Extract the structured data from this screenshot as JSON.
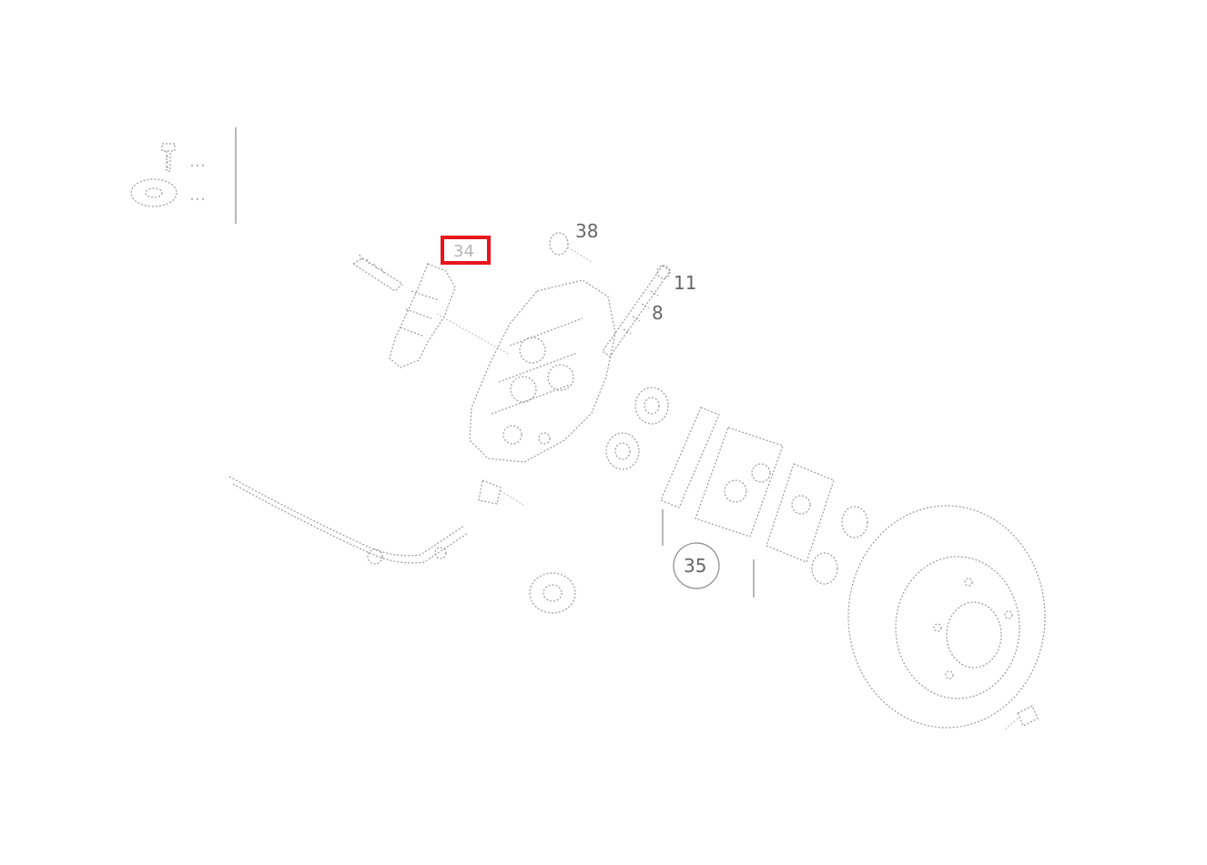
{
  "diagram": {
    "highlight_color": "#e8141c",
    "callouts": {
      "part_38": "38",
      "part_11": "11",
      "part_8": "8",
      "part_35": "35",
      "highlighted_part": "34"
    },
    "legend": {
      "screw_icon": "screw-icon",
      "washer_icon": "washer-icon"
    }
  }
}
